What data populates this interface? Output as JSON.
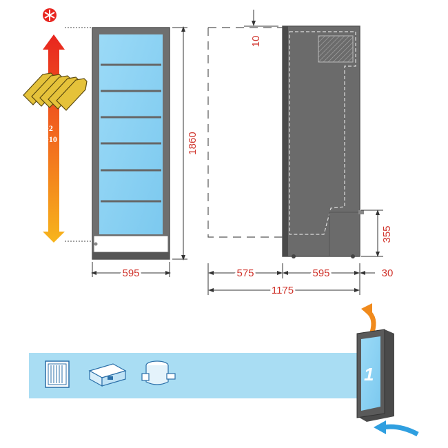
{
  "colors": {
    "dimension_text": "#d0342c",
    "cabinet_frame": "#6b6b6b",
    "glass": "#8fd3f4",
    "band": "#a9ddf3",
    "arrow_top": "#e8251f",
    "arrow_bottom": "#f7b51c",
    "airflow_in": "#2f9fe0",
    "airflow_out": "#f08a1c"
  },
  "temperature": {
    "min": "+2",
    "max": "+10"
  },
  "dimensions": {
    "front_width": "595",
    "total_height": "1860",
    "top_gap": "10",
    "door_clearance": "575",
    "depth": "595",
    "rear_gap": "30",
    "total_depth": "1175",
    "compressor_height": "355"
  },
  "band_icons": [
    "panel-grid-icon",
    "controller-unit-icon",
    "compressor-icon"
  ],
  "model_badge": "1"
}
